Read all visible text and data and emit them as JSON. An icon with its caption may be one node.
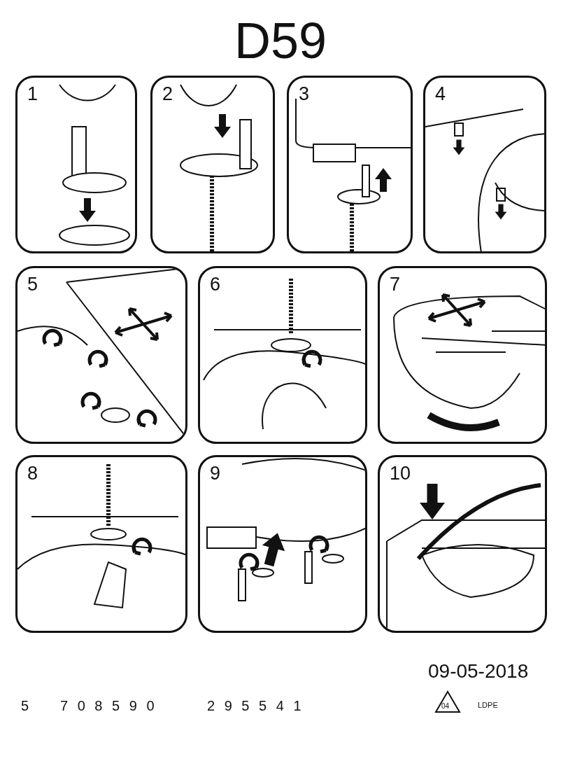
{
  "diagram": {
    "title": "D59",
    "nodes": [
      {
        "text": [
          "1"
        ]
      },
      {
        "text": [
          "2"
        ]
      },
      {
        "text": [
          "3"
        ]
      },
      {
        "text": [
          "4"
        ]
      },
      {
        "text": [
          "5"
        ]
      },
      {
        "text": [
          "6"
        ]
      },
      {
        "text": [
          "7"
        ]
      },
      {
        "text": [
          "8"
        ]
      },
      {
        "text": [
          "9"
        ]
      },
      {
        "text": [
          "10"
        ]
      }
    ],
    "labels": [
      "5",
      "7 0 8 5 9 0",
      "2 9 5 5 4 1",
      "09-05-2018",
      "04",
      "LDPE"
    ]
  }
}
